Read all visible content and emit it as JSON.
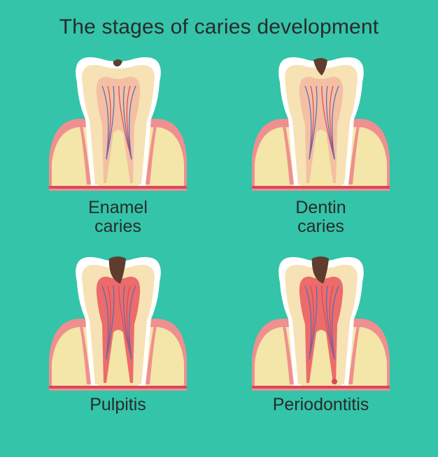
{
  "title": "The stages of caries development",
  "colors": {
    "background": "#33c4a9",
    "enamel": "#ffffff",
    "dentin": "#f6e2b4",
    "pulp": "#f4bfa3",
    "pulp_inflamed": "#ec6b6b",
    "gum": "#ef8f8f",
    "bone": "#f4e5a8",
    "caries": "#5e3d2e",
    "vessels_blue": "#4f6fb8",
    "vessels_red": "#d9485a"
  },
  "stages": [
    {
      "label_line1": "Enamel",
      "label_line2": "caries",
      "caries_depth": "enamel"
    },
    {
      "label_line1": "Dentin",
      "label_line2": "caries",
      "caries_depth": "dentin"
    },
    {
      "label_line1": "Pulpitis",
      "label_line2": "",
      "caries_depth": "pulp"
    },
    {
      "label_line1": "Periodontitis",
      "label_line2": "",
      "caries_depth": "root-apex"
    }
  ]
}
